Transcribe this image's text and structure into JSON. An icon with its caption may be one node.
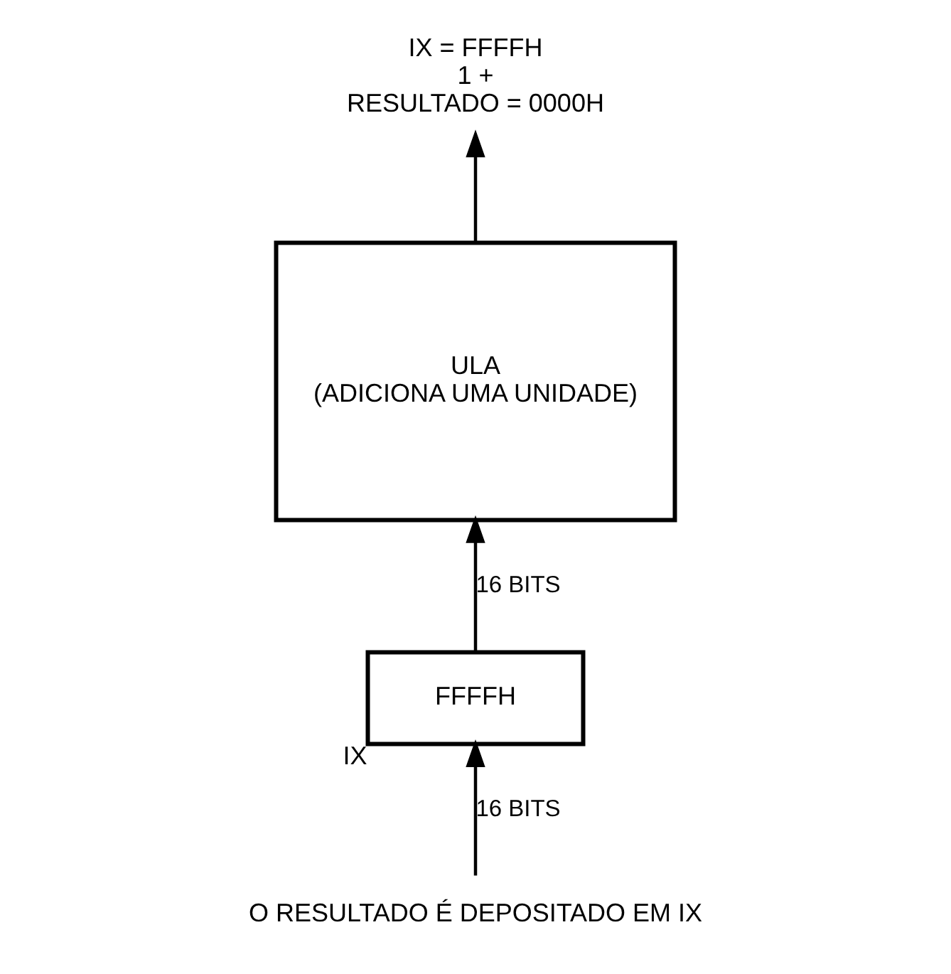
{
  "diagram": {
    "nodes": [
      {
        "text": [
          "ULA",
          "(ADICIONA UMA UNIDADE)"
        ]
      },
      {
        "text": [
          "FFFFH"
        ],
        "beside": [
          "IX"
        ]
      },
      {
        "text": [
          "IX = FFFFH",
          "1 +",
          "RESULTADO = 0000H"
        ]
      },
      {
        "text": [
          "O RESULTADO É DEPOSITADO EM IX"
        ]
      }
    ],
    "edges": [
      {
        "from": 0,
        "to": 2,
        "arrow": "to"
      },
      {
        "from": 1,
        "to": 0,
        "arrow": "to",
        "label": "16 BITS"
      },
      {
        "from": 3,
        "to": 1,
        "arrow": "to",
        "label": "16 BITS"
      }
    ]
  }
}
